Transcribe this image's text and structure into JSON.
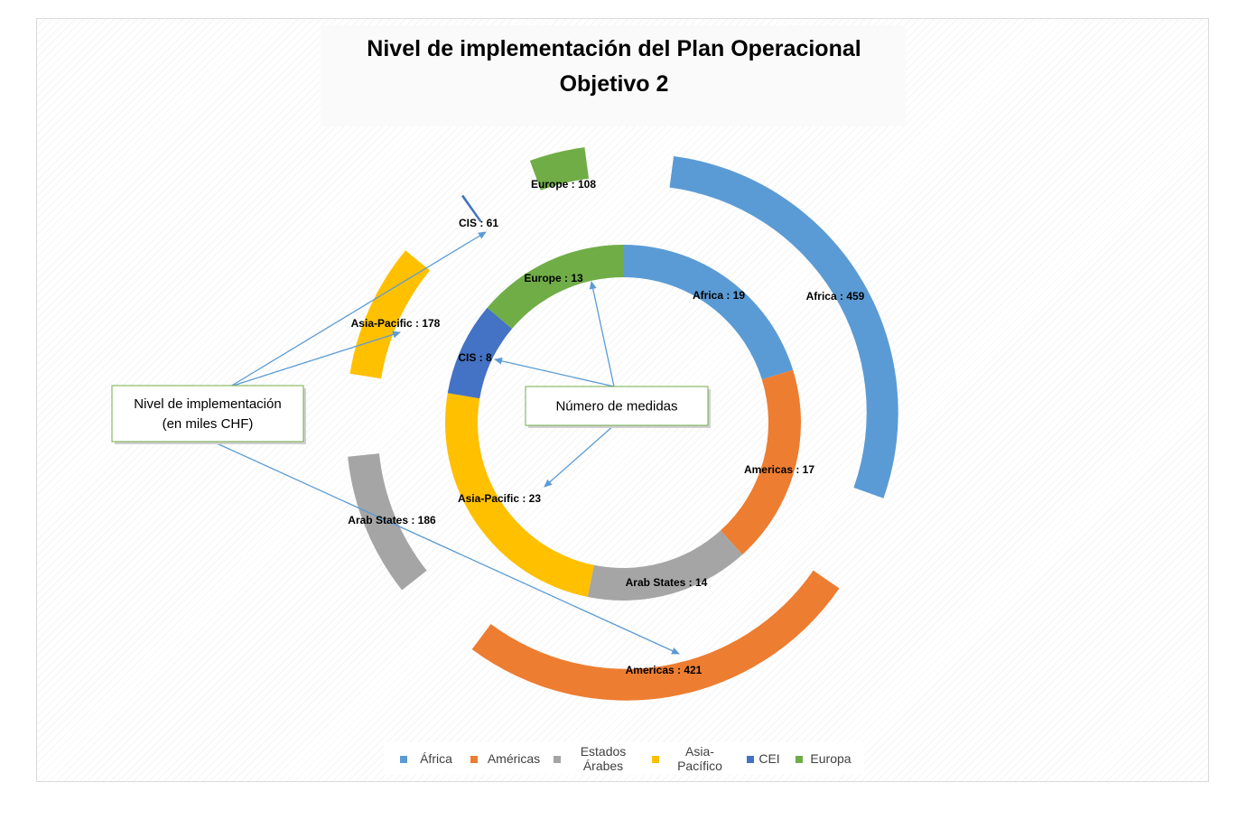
{
  "chart_data": {
    "type": "doughnut",
    "title": "Nivel de implementación del Plan Operacional Objetivo 2",
    "title_lines": [
      "Nivel de implementación del Plan Operacional",
      "Objetivo 2"
    ],
    "colors": {
      "africa": "#5b9bd5",
      "americas": "#ed7d31",
      "arab_states": "#a5a5a5",
      "asia_pacific": "#ffc000",
      "cis": "#4472c4",
      "europe": "#70ad47",
      "arrow": "#5b9bd5",
      "callout_border": "#70ad47"
    },
    "categories": [
      "África",
      "Américas",
      "Estados Árabes",
      "Asia-Pacífico",
      "CEI",
      "Europa"
    ],
    "series": [
      {
        "name": "Número de medidas",
        "ring": "inner",
        "values": [
          19,
          17,
          14,
          23,
          8,
          13
        ],
        "labels": [
          "Africa  : 19",
          "Americas : 17",
          "Arab States : 14",
          "Asia-Pacific : 23",
          "CIS : 8",
          "Europe : 13"
        ]
      },
      {
        "name": "Nivel de implementación (en miles CHF)",
        "ring": "outer",
        "values": [
          459,
          421,
          186,
          178,
          61,
          108
        ],
        "labels": [
          "Africa  : 459",
          "Americas : 421",
          "Arab States : 186",
          "Asia-Pacific : 178",
          "CIS : 61",
          "Europe : 108"
        ]
      }
    ],
    "callouts": [
      {
        "key": "implementation",
        "lines": [
          "Nivel de implementación",
          "(en miles CHF)"
        ]
      },
      {
        "key": "measures",
        "lines": [
          "Número de medidas"
        ]
      }
    ],
    "legend": {
      "position": "bottom",
      "entries": [
        {
          "lines": [
            "África"
          ],
          "color": "#5b9bd5"
        },
        {
          "lines": [
            "Américas"
          ],
          "color": "#ed7d31"
        },
        {
          "lines": [
            "Estados",
            "Árabes"
          ],
          "color": "#a5a5a5"
        },
        {
          "lines": [
            "Asia-",
            "Pacífico"
          ],
          "color": "#ffc000"
        },
        {
          "lines": [
            "CEI"
          ],
          "color": "#4472c4"
        },
        {
          "lines": [
            "Europa"
          ],
          "color": "#70ad47"
        }
      ]
    }
  }
}
